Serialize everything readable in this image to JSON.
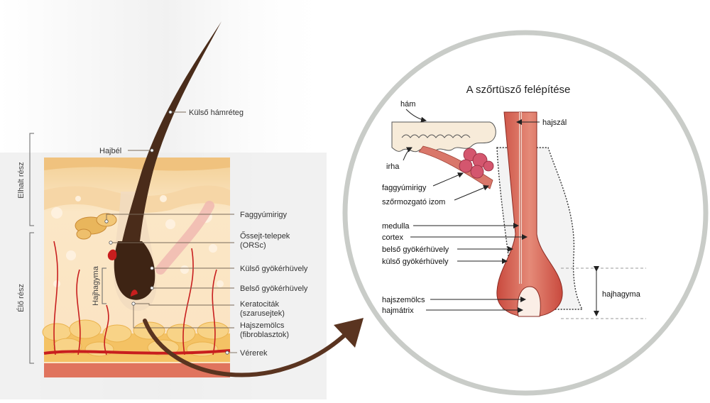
{
  "left": {
    "brackets": {
      "dead": "Elhalt rész",
      "live": "Élő rész",
      "bulb": "Hajhagyma"
    },
    "labels": {
      "outer_cuticle": "Külső hámréteg",
      "medulla": "Hajbél",
      "sebaceous": "Faggyúmirigy",
      "stem_cells_1": "Őssejt-telepek",
      "stem_cells_2": "(ORSc)",
      "outer_root_sheath": "Külső gyökérhüvely",
      "inner_root_sheath": "Belső gyökérhüvely",
      "keratocytes_1": "Keratociták",
      "keratocytes_2": "(szarusejtek)",
      "papilla_1": "Hajszemölcs",
      "papilla_2": "(fibroblasztok)",
      "vessels": "Vérerek"
    }
  },
  "right": {
    "title": "A szőrtüsző felépítése",
    "labels": {
      "epidermis": "hám",
      "dermis": "irha",
      "hair_shaft": "hajszál",
      "sebaceous": "faggyúmirigy",
      "arrector": "szőrmozgató izom",
      "medulla": "medulla",
      "cortex": "cortex",
      "inner_sheath": "belső gyökérhüvely",
      "outer_sheath": "külső gyökérhüvely",
      "papilla": "hajszemölcs",
      "matrix": "hajmátrix",
      "bulb": "hajhagyma"
    }
  },
  "colors": {
    "hair": "#4a2c1a",
    "skin_top": "#f3cf94",
    "skin_mid": "#f9e6cc",
    "fat": "#f6c46a",
    "vessel": "#c81e1e",
    "circle": "#c9ccc8",
    "follicle_red": "#d96a5a",
    "arrow": "#5a3420",
    "leader": "#6a5a4a"
  }
}
